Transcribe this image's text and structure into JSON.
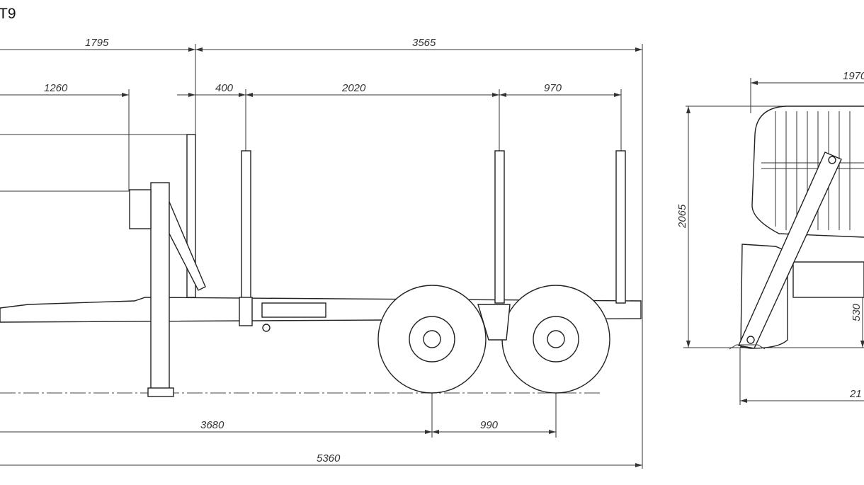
{
  "title": "T9",
  "side_view": {
    "dimensions": {
      "overall_top_left": "1795",
      "overall_top_right": "3565",
      "front_offset": "1260",
      "stake_offset": "400",
      "stake_spacing_1": "2020",
      "stake_spacing_2": "970",
      "drawbar_to_axle": "3680",
      "axle_spacing": "990",
      "overall_length": "5360"
    }
  },
  "rear_view": {
    "dimensions": {
      "width_top": "1970",
      "height": "2065",
      "ground_clearance": "530",
      "width_bottom": "21"
    }
  }
}
